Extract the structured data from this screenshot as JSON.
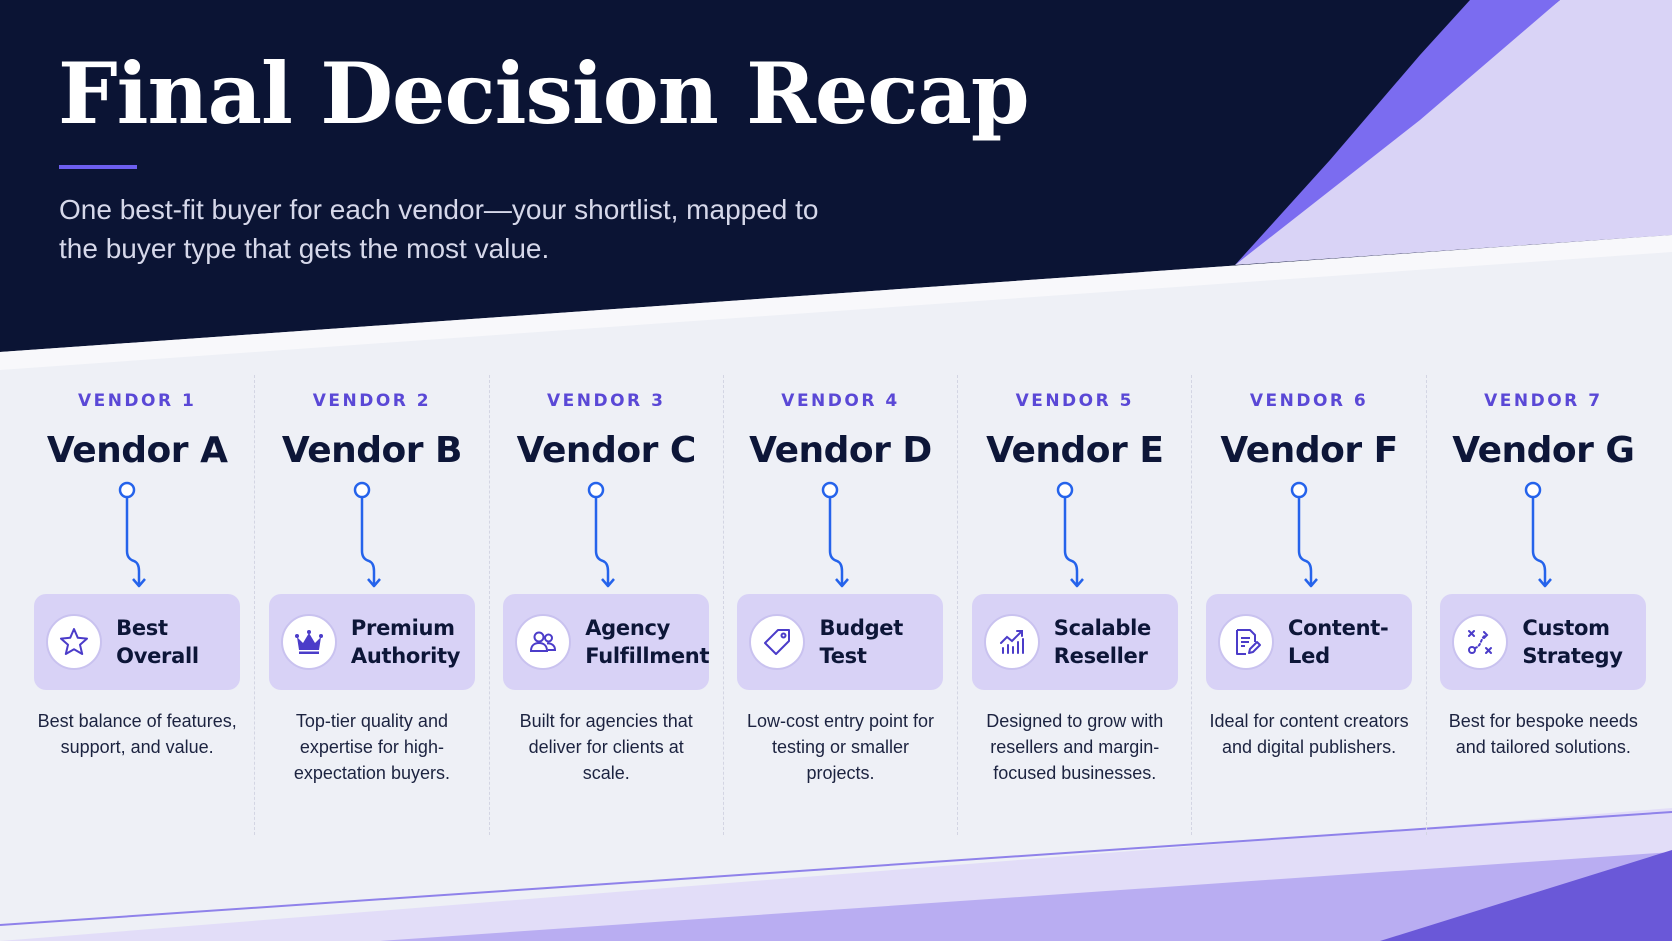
{
  "header": {
    "title": "Final Decision Recap",
    "subtitle": "One best-fit buyer for each vendor—your shortlist, mapped to the buyer type that gets the most value."
  },
  "colors": {
    "navy": "#0b1434",
    "accent": "#6d5ff0",
    "badge_bg": "#d8d2f6",
    "connector": "#2563eb"
  },
  "vendors": [
    {
      "number": "VENDOR 1",
      "name": "Vendor A",
      "badge": "Best Overall",
      "icon": "star-icon",
      "description": "Best balance of features, support, and value."
    },
    {
      "number": "VENDOR 2",
      "name": "Vendor B",
      "badge": "Premium Authority",
      "icon": "crown-icon",
      "description": "Top-tier quality and expertise for high-expectation buyers."
    },
    {
      "number": "VENDOR 3",
      "name": "Vendor C",
      "badge": "Agency Fulfillment",
      "icon": "users-icon",
      "description": "Built for agencies that deliver for clients at scale."
    },
    {
      "number": "VENDOR 4",
      "name": "Vendor D",
      "badge": "Budget Test",
      "icon": "tag-icon",
      "description": "Low-cost entry point for testing or smaller projects."
    },
    {
      "number": "VENDOR 5",
      "name": "Vendor E",
      "badge": "Scalable Reseller",
      "icon": "growth-chart-icon",
      "description": "Designed to grow with resellers and margin-focused businesses."
    },
    {
      "number": "VENDOR 6",
      "name": "Vendor F",
      "badge": "Content-Led",
      "icon": "document-edit-icon",
      "description": "Ideal for content creators and digital publishers."
    },
    {
      "number": "VENDOR 7",
      "name": "Vendor G",
      "badge": "Custom Strategy",
      "icon": "strategy-play-icon",
      "description": "Best for bespoke needs and tailored solutions."
    }
  ]
}
